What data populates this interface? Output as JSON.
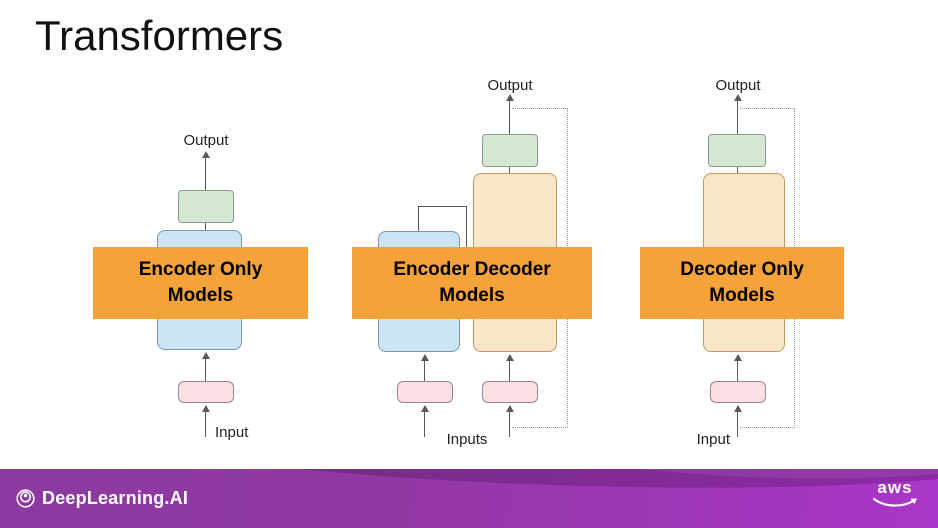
{
  "title": "Transformers",
  "diagrams": [
    {
      "name": "Encoder Only Models",
      "banner_line1": "Encoder Only",
      "banner_line2": "Models",
      "output_label": "Output",
      "input_label": "Input"
    },
    {
      "name": "Encoder Decoder Models",
      "banner_line1": "Encoder Decoder",
      "banner_line2": "Models",
      "output_label": "Output",
      "input_label": "Inputs"
    },
    {
      "name": "Decoder Only Models",
      "banner_line1": "Decoder Only",
      "banner_line2": "Models",
      "output_label": "Output",
      "input_label": "Input"
    }
  ],
  "footer": {
    "brand": "DeepLearning.AI",
    "aws_label": "aws"
  },
  "colors": {
    "banner_orange": "#f6a23a",
    "green_block": "#d5e8d4",
    "blue_block": "#cbe5f7",
    "peach_block": "#fbe5c8",
    "pink_block": "#fbdfe3",
    "line_gray": "#595959",
    "footer_purple_left": "#8c3a9f",
    "footer_purple_right": "#a936c8"
  }
}
